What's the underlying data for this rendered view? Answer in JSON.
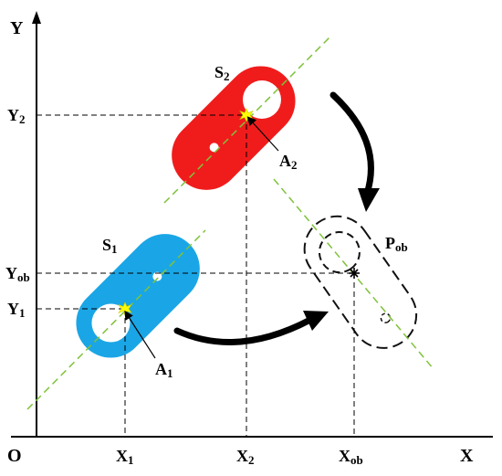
{
  "colors": {
    "part_s1": "#1aa6e6",
    "part_s2": "#f01c1c",
    "ghost_outline": "#111111",
    "center_line": "#7fc23a",
    "marker": "#ffff00",
    "arrow": "#000000"
  },
  "axes": {
    "x": "X",
    "y": "Y",
    "origin": "O"
  },
  "ticks": {
    "x1": {
      "main": "X",
      "sub": "1"
    },
    "x2": {
      "main": "X",
      "sub": "2"
    },
    "xob": {
      "main": "X",
      "sub": "ob"
    },
    "y1": {
      "main": "Y",
      "sub": "1"
    },
    "y2": {
      "main": "Y",
      "sub": "2"
    },
    "yob": {
      "main": "Y",
      "sub": "ob"
    }
  },
  "parts": {
    "s1": {
      "main": "S",
      "sub": "1"
    },
    "s2": {
      "main": "S",
      "sub": "2"
    },
    "pob": {
      "main": "P",
      "sub": "ob"
    }
  },
  "anchors": {
    "a1": {
      "main": "A",
      "sub": "1"
    },
    "a2": {
      "main": "A",
      "sub": "2"
    }
  },
  "icons": [
    "curved-arrow-icon",
    "star-marker-icon"
  ]
}
